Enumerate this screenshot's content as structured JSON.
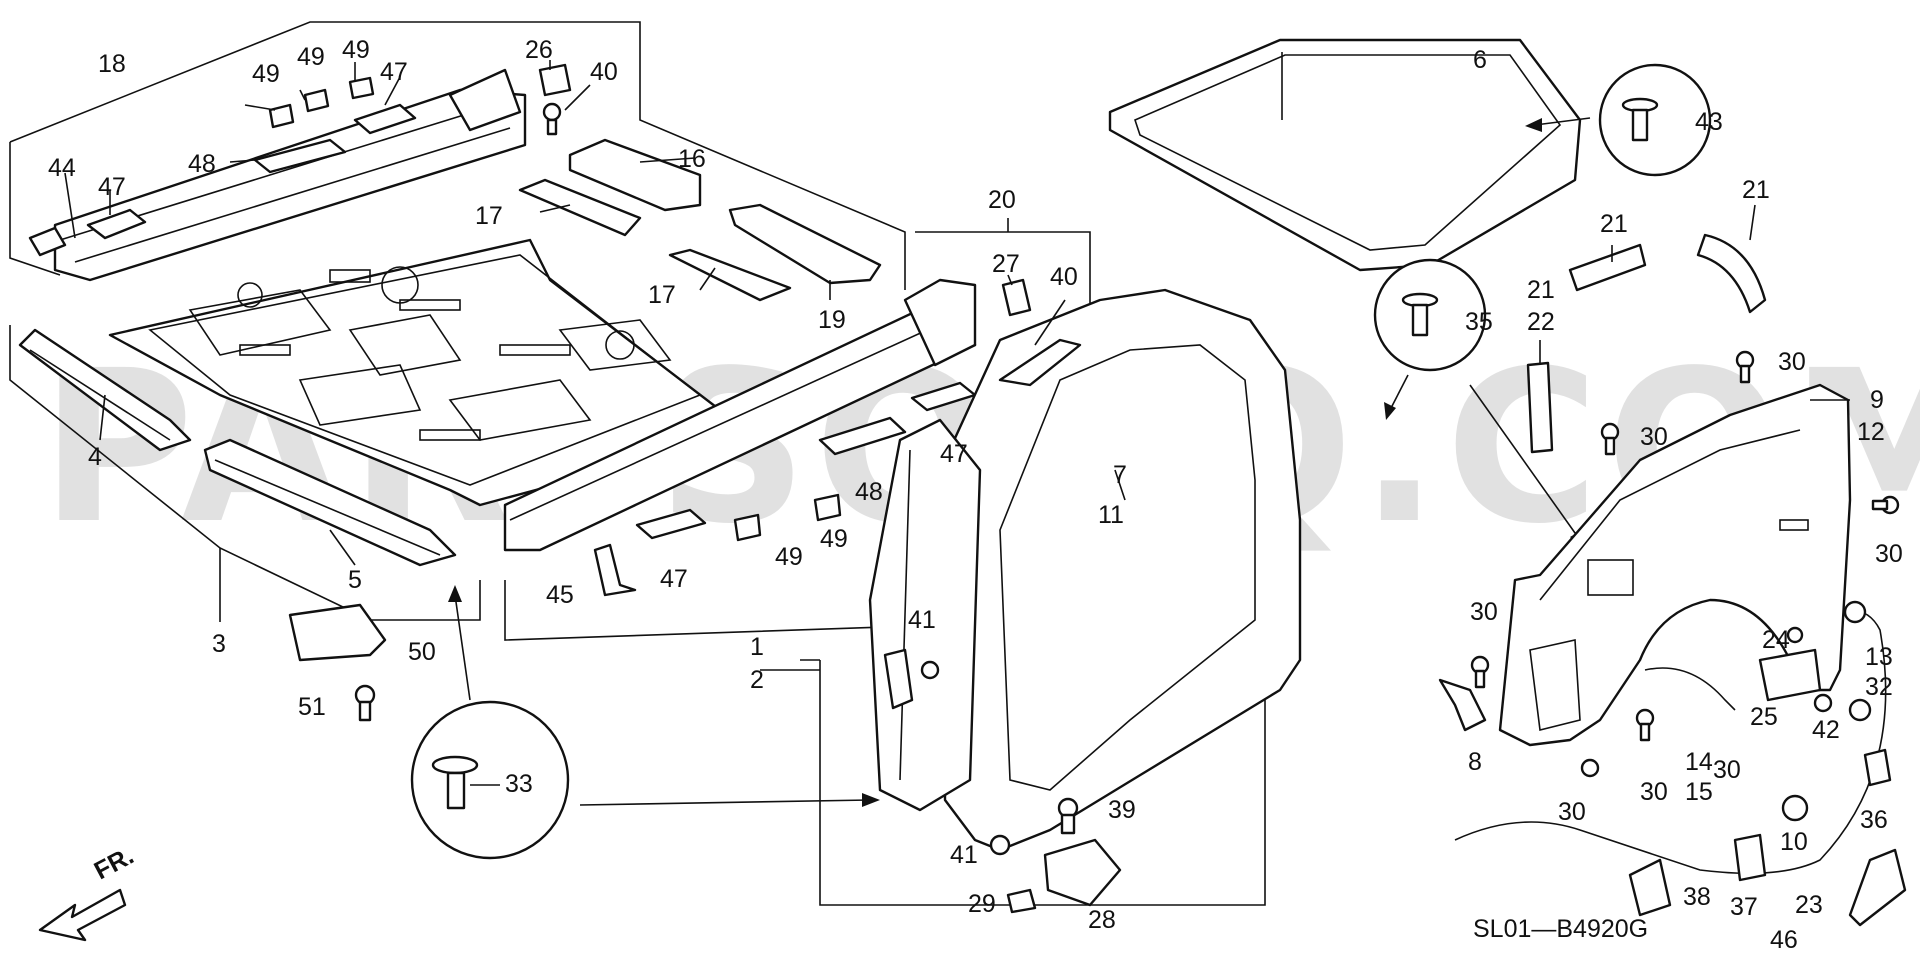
{
  "watermark": "PARTSOUQ.COM",
  "diagram_code": "SL01—B4920G",
  "front_label": "FR.",
  "callouts": {
    "c18": "18",
    "c44": "44",
    "c47a": "47",
    "c49a": "49",
    "c49b": "49",
    "c49c": "49",
    "c47b": "47",
    "c48a": "48",
    "c26": "26",
    "c40a": "40",
    "c16": "16",
    "c17a": "17",
    "c17b": "17",
    "c19": "19",
    "c20": "20",
    "c27": "27",
    "c40b": "40",
    "c4": "4",
    "c5": "5",
    "c3": "3",
    "c50": "50",
    "c51": "51",
    "c33": "33",
    "c47c": "47",
    "c48b": "48",
    "c47d": "47",
    "c49d": "49",
    "c49e": "49",
    "c45": "45",
    "c6": "6",
    "c43": "43",
    "c21a": "21",
    "c21b": "21",
    "c21c": "21",
    "c22": "22",
    "c35": "35",
    "c30a": "30",
    "c9": "9",
    "c12": "12",
    "c30b": "30",
    "c30c": "30",
    "c7": "7",
    "c11": "11",
    "c1": "1",
    "c2": "2",
    "c41a": "41",
    "c41b": "41",
    "c39": "39",
    "c29": "29",
    "c28": "28",
    "c30d": "30",
    "c8": "8",
    "c24": "24",
    "c13": "13",
    "c32": "32",
    "c25": "25",
    "c42": "42",
    "c14": "14",
    "c15": "15",
    "c30e": "30",
    "c30f": "30",
    "c36": "36",
    "c10": "10",
    "c37": "37",
    "c38": "38",
    "c23": "23",
    "c46": "46"
  }
}
